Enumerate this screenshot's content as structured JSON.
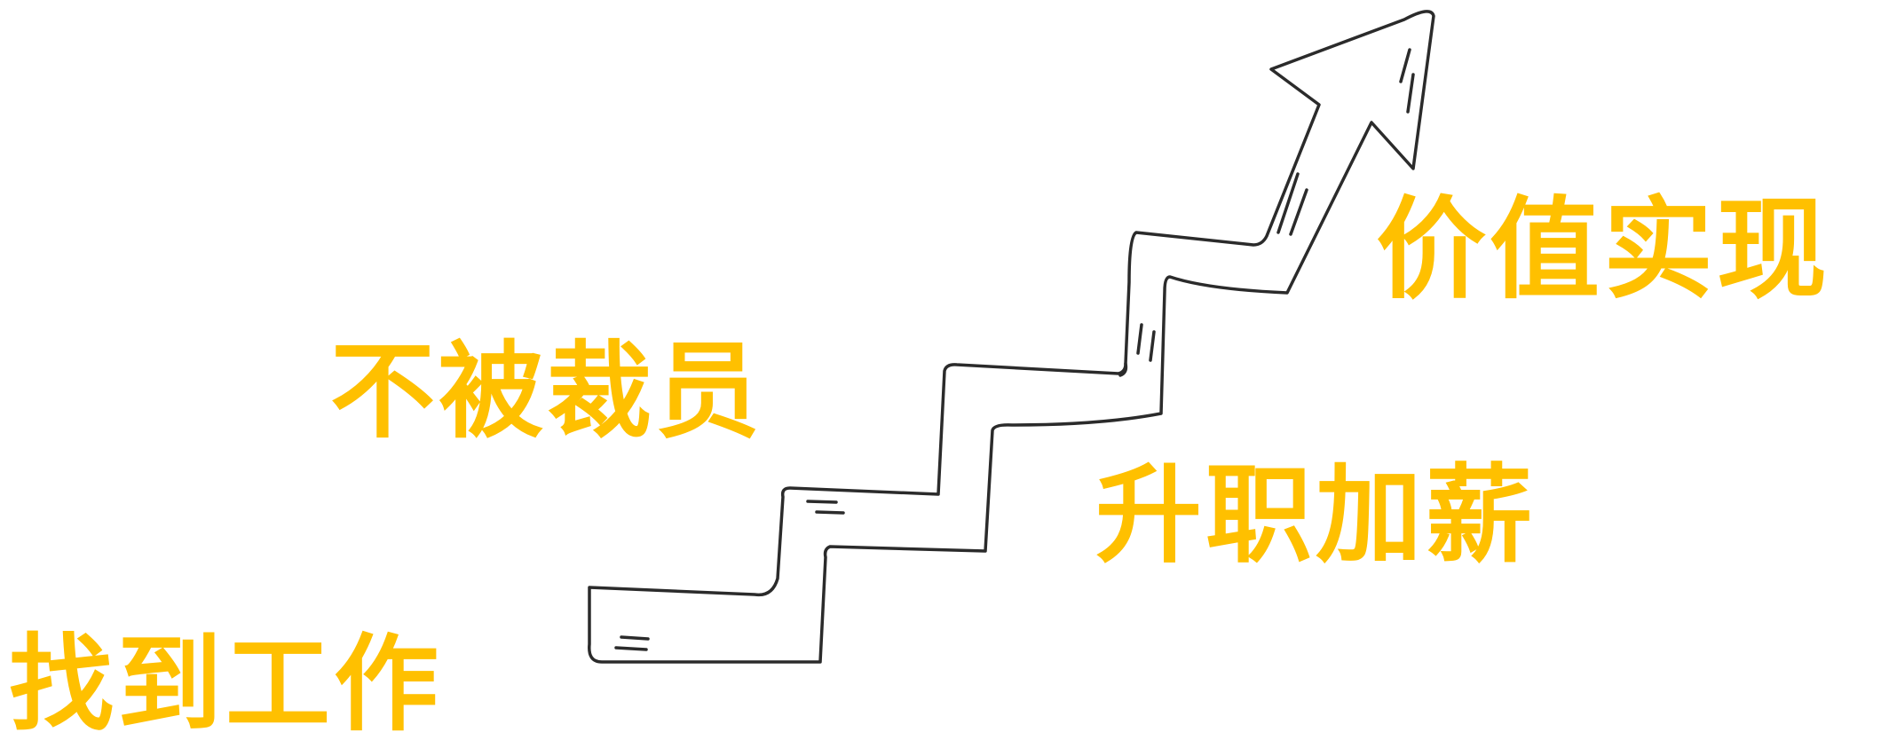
{
  "labels": {
    "find_job": "找到工作",
    "not_laid_off": "不被裁员",
    "promotion": "升职加薪",
    "value_realization": "价值实现"
  },
  "colors": {
    "label_color": "#FFC000",
    "stroke_color": "#2b2b2b",
    "background": "#ffffff"
  },
  "icons": {
    "staircase": "hand-drawn-staircase-arrow",
    "arrow": "upward-arrow-head"
  }
}
